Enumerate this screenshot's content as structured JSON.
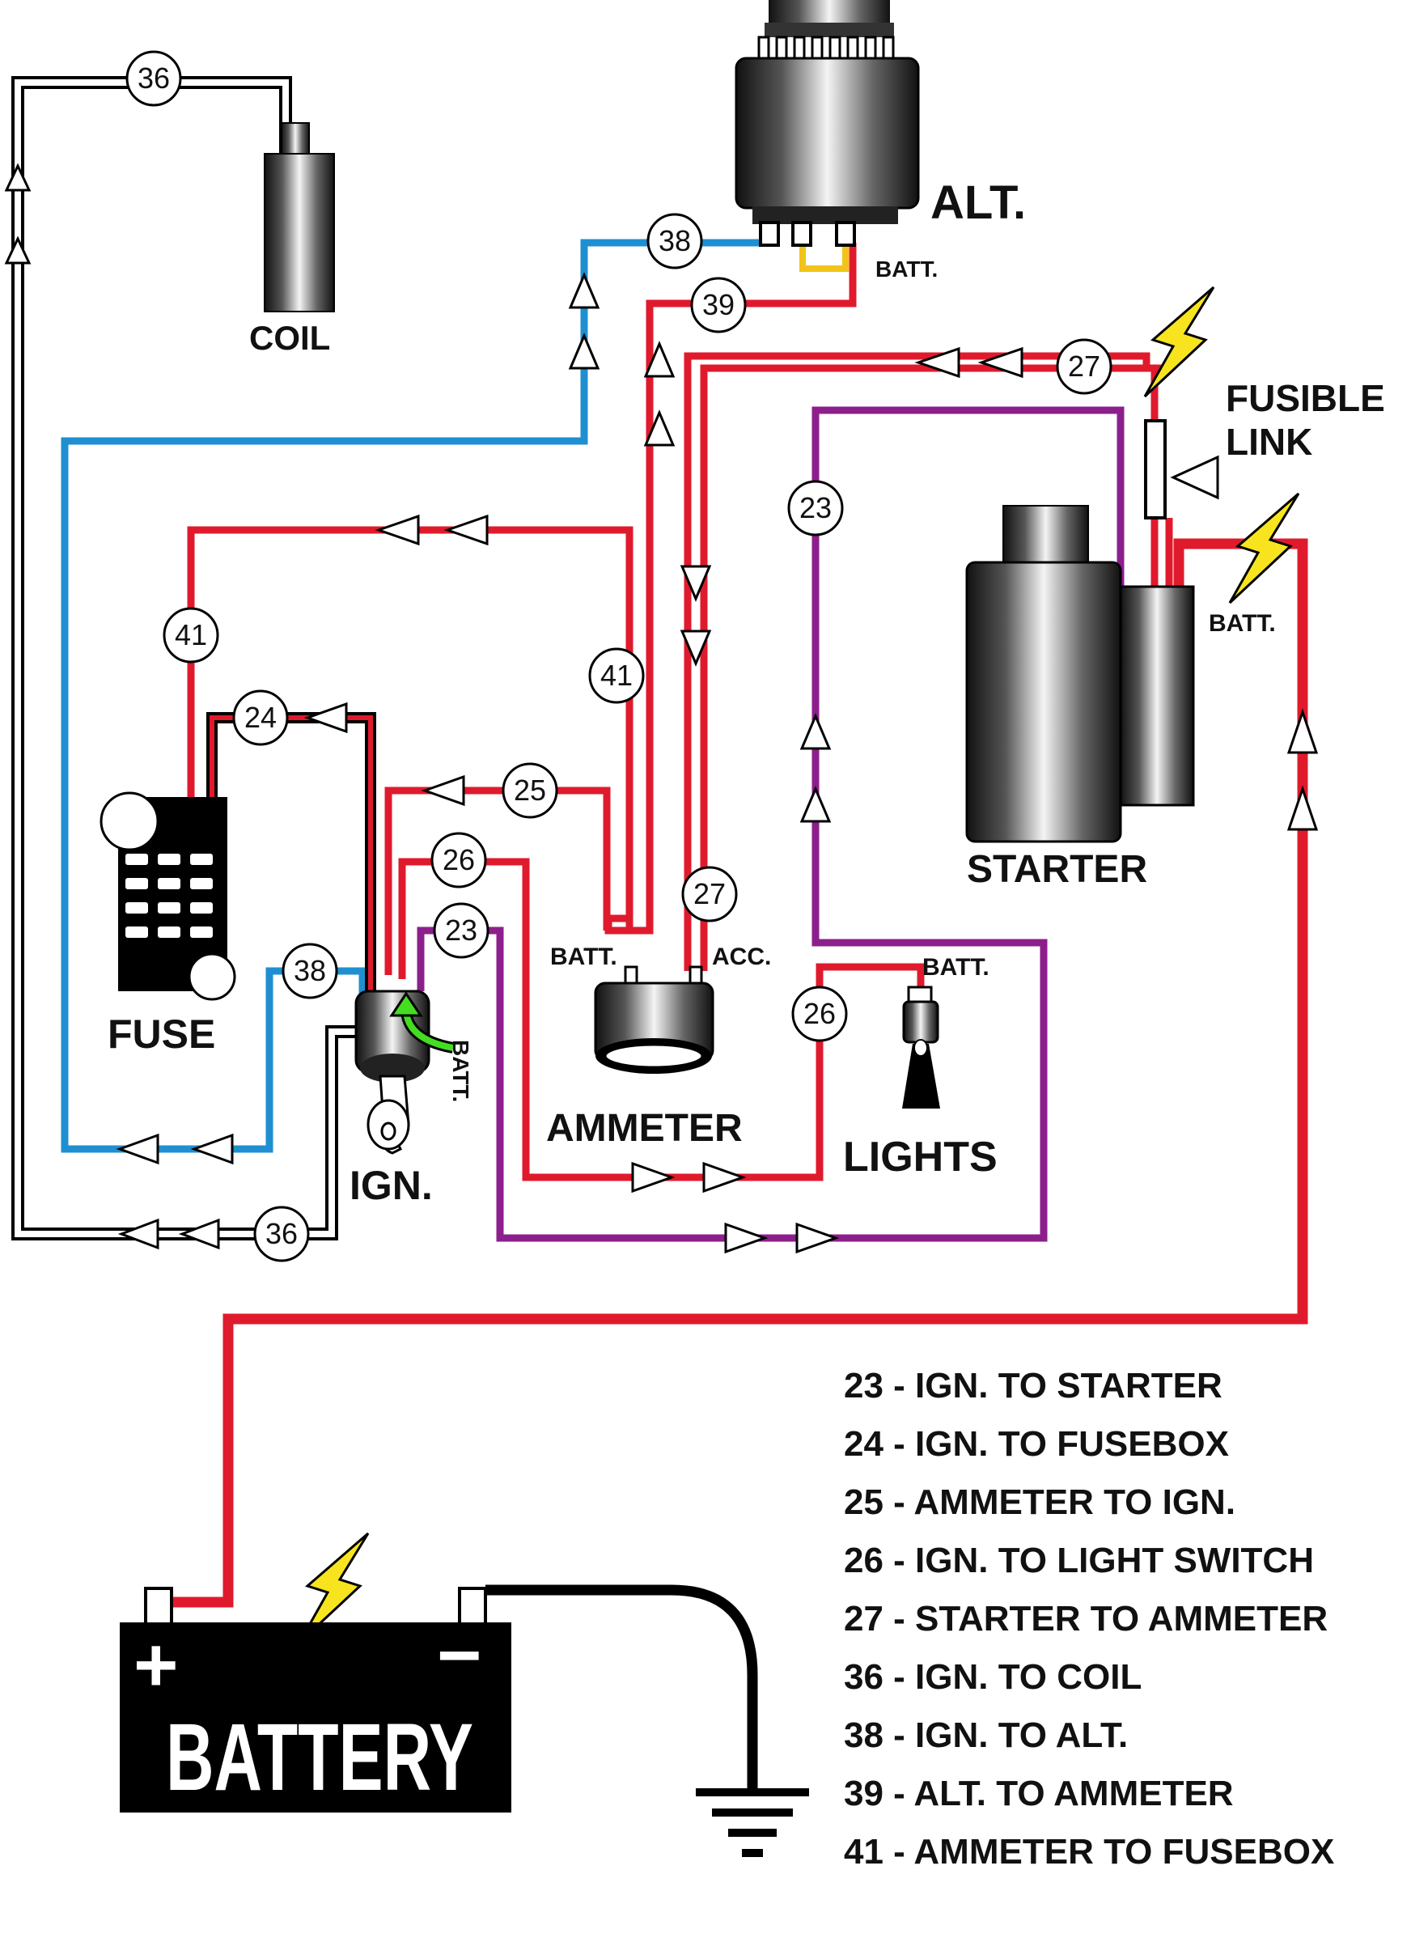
{
  "components": {
    "coil": "COIL",
    "alternator": "ALT.",
    "fusible_link": [
      "FUSIBLE",
      "LINK"
    ],
    "starter": "STARTER",
    "fuse": "FUSE",
    "ignition": "IGN.",
    "ammeter": "AMMETER",
    "lights": "LIGHTS",
    "battery": "BATTERY",
    "battery_plus": "+",
    "battery_minus": "−"
  },
  "terminals": {
    "alt_batt": "BATT.",
    "starter_batt": "BATT.",
    "ammeter_batt": "BATT.",
    "ammeter_acc": "ACC.",
    "lights_batt": "BATT.",
    "ign_batt": "BATT."
  },
  "wire_numbers": {
    "coil_top": "36",
    "alt_blue": "38",
    "alt_red": "39",
    "starter_red": "27",
    "fusebox_top": "41",
    "purple_upper": "23",
    "ammeter_41": "41",
    "fuse_24": "24",
    "ign_25": "25",
    "ign_26": "26",
    "ammeter_27": "27",
    "ign_23": "23",
    "fuse_38": "38",
    "lights_26": "26",
    "ign_36": "36"
  },
  "legend": [
    "23 - IGN. TO STARTER",
    "24 - IGN. TO FUSEBOX",
    "25 - AMMETER TO IGN.",
    "26 - IGN. TO LIGHT SWITCH",
    "27 - STARTER TO AMMETER",
    "36 - IGN. TO COIL",
    "38 -  IGN. TO ALT.",
    "39 - ALT. TO AMMETER",
    "41 - AMMETER TO FUSEBOX"
  ],
  "colors": {
    "red": "#e01a2d",
    "blue": "#1f8fd1",
    "purple": "#8c1f8c",
    "yellow": "#f2c318",
    "green": "#44dd22",
    "black": "#000000"
  }
}
